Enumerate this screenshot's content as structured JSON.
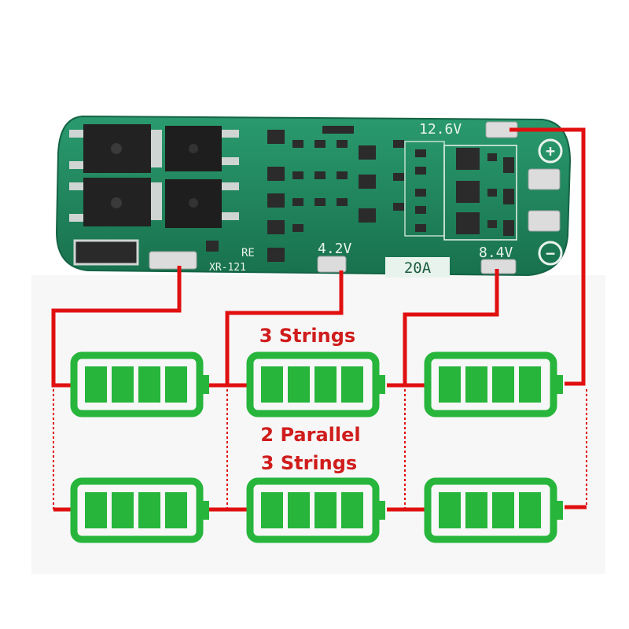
{
  "board": {
    "model": "XR-121",
    "marking_re": "RE",
    "current": "20A",
    "pad_12v": "12.6V",
    "pad_8v": "8.4V",
    "pad_4v": "4.2V",
    "plus_symbol": "+",
    "minus_symbol": "−"
  },
  "labels": {
    "series": "3 Strings",
    "parallel_1": "2 Parallel",
    "parallel_2": "3 Strings"
  },
  "colors": {
    "pcb": "#1f8a60",
    "wire": "#e01010",
    "battery": "#27b53c"
  }
}
